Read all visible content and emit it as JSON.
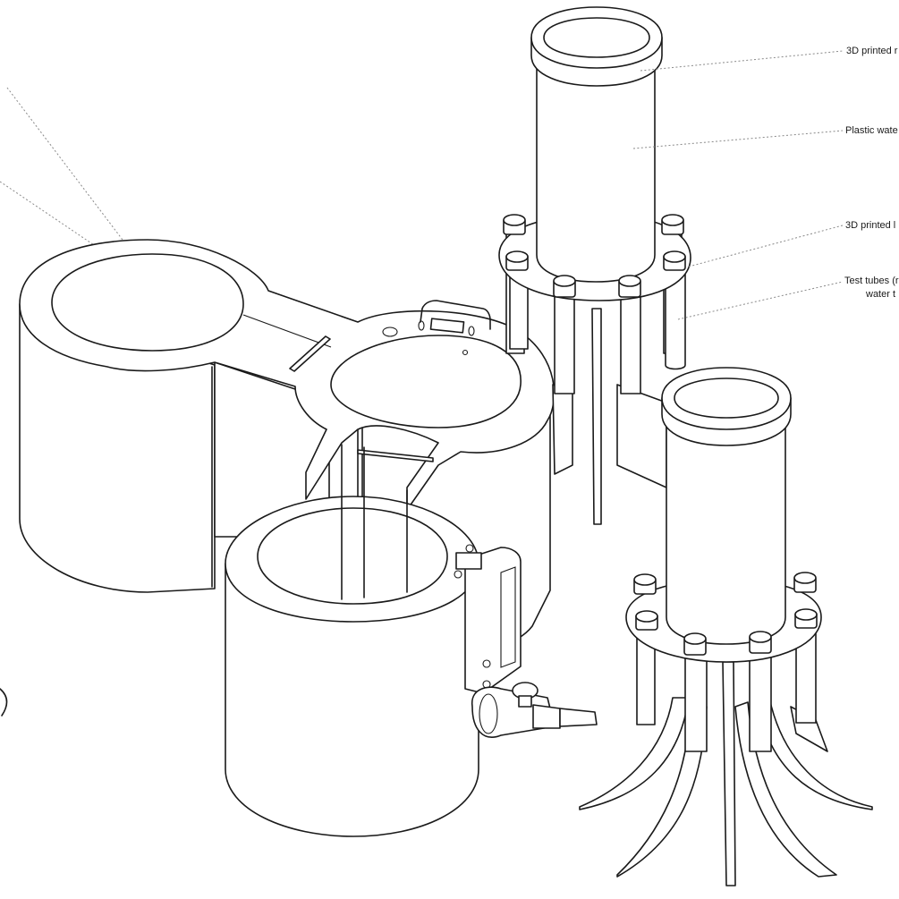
{
  "labels": {
    "label_a": "3D printed r",
    "label_b": "Plastic wate",
    "label_c": "3D printed l",
    "label_d": "Test tubes (r",
    "label_e": "water t"
  }
}
